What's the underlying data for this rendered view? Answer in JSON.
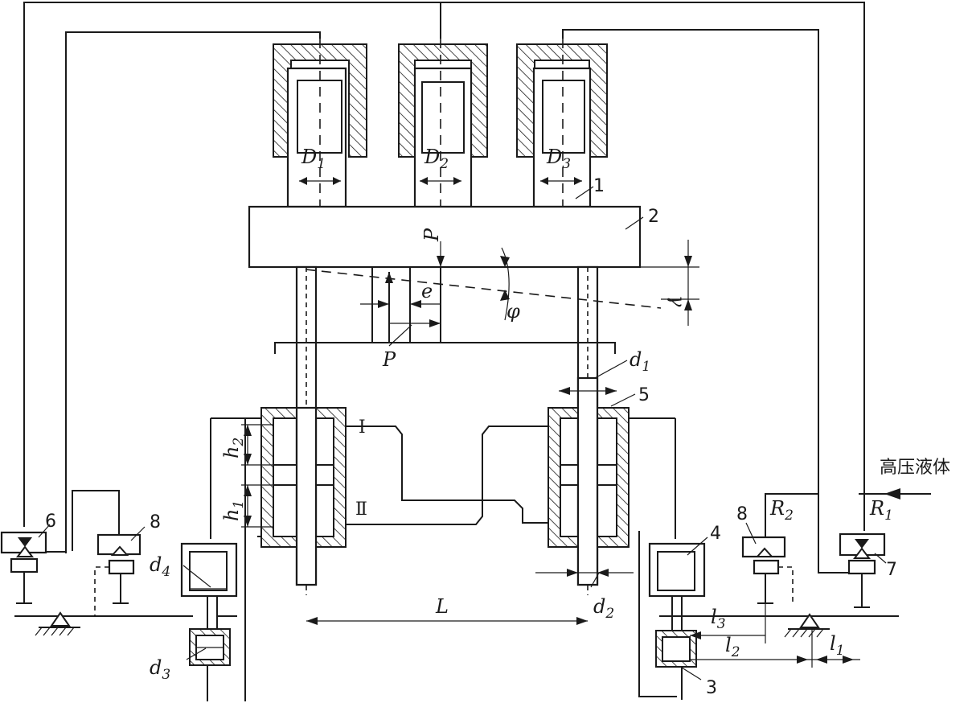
{
  "labels": {
    "D1": "D",
    "D1_sub": "1",
    "D2": "D",
    "D2_sub": "2",
    "D3": "D",
    "D3_sub": "3",
    "d1": "d",
    "d1_sub": "1",
    "d2": "d",
    "d2_sub": "2",
    "d3": "d",
    "d3_sub": "3",
    "d4": "d",
    "d4_sub": "4",
    "h1": "h",
    "h1_sub": "1",
    "h2": "h",
    "h2_sub": "2",
    "l1": "l",
    "l1_sub": "1",
    "l2": "l",
    "l2_sub": "2",
    "l3": "l",
    "l3_sub": "3",
    "R1": "R",
    "R1_sub": "1",
    "R2": "R",
    "R2_sub": "2",
    "L": "L",
    "P_top": "P",
    "P_bottom": "P",
    "e": "e",
    "gamma": "γ",
    "phi": "φ",
    "roman1": "I",
    "roman2": "Ⅱ",
    "high_pressure_fluid": "高压液体"
  },
  "part_numbers": {
    "n1": "1",
    "n2": "2",
    "n3": "3",
    "n4": "4",
    "n5": "5",
    "n6": "6",
    "n7": "7",
    "n8_left": "8",
    "n8_right": "8"
  }
}
